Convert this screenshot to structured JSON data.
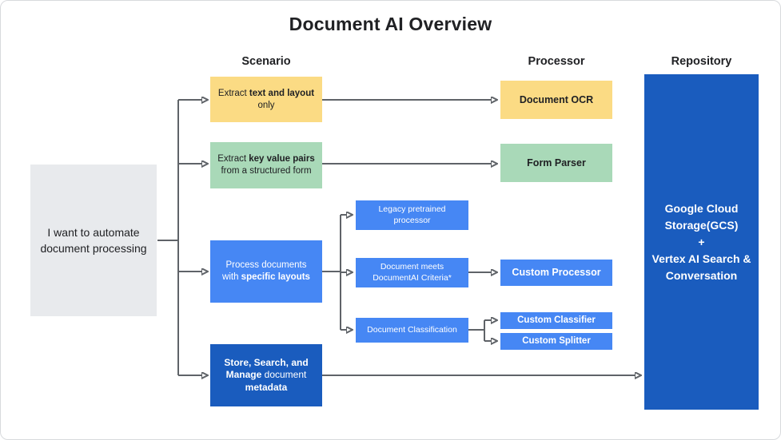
{
  "title": "Document AI Overview",
  "columns": {
    "scenario": "Scenario",
    "processor": "Processor",
    "repository": "Repository"
  },
  "colors": {
    "yellow": "#fbdb84",
    "green": "#a9d9b8",
    "blue": "#4687f4",
    "darkblue": "#1a5cbe",
    "gray": "#e8eaed",
    "arrow": "#5f6368",
    "text_dark": "#202124"
  },
  "start": {
    "label": "I want to automate document processing"
  },
  "scenarios": {
    "extract_text": {
      "parts": [
        {
          "t": "Extract "
        },
        {
          "t": "text and layout",
          "b": true
        },
        {
          "t": " only"
        }
      ]
    },
    "extract_kv": {
      "parts": [
        {
          "t": "Extract "
        },
        {
          "t": "key value pairs",
          "b": true
        },
        {
          "t": " from a structured form"
        }
      ]
    },
    "specific_layouts": {
      "parts": [
        {
          "t": "Process documents with "
        },
        {
          "t": "specific layouts",
          "b": true
        }
      ]
    },
    "store_search": {
      "parts": [
        {
          "t": "Store, Search, and Manage",
          "b": true
        },
        {
          "t": " document "
        },
        {
          "t": "metadata",
          "b": true
        }
      ]
    }
  },
  "midnodes": {
    "legacy": "Legacy pretrained processor",
    "criteria": "Document meets DocumentAI Criteria*",
    "classification": "Document Classification"
  },
  "processors": {
    "document_ocr": "Document OCR",
    "form_parser": "Form Parser",
    "custom_processor": "Custom Processor",
    "custom_classifier": "Custom Classifier",
    "custom_splitter": "Custom Splitter"
  },
  "repository": {
    "label": "Google Cloud\nStorage(GCS)\n+\nVertex AI Search &\nConversation"
  }
}
